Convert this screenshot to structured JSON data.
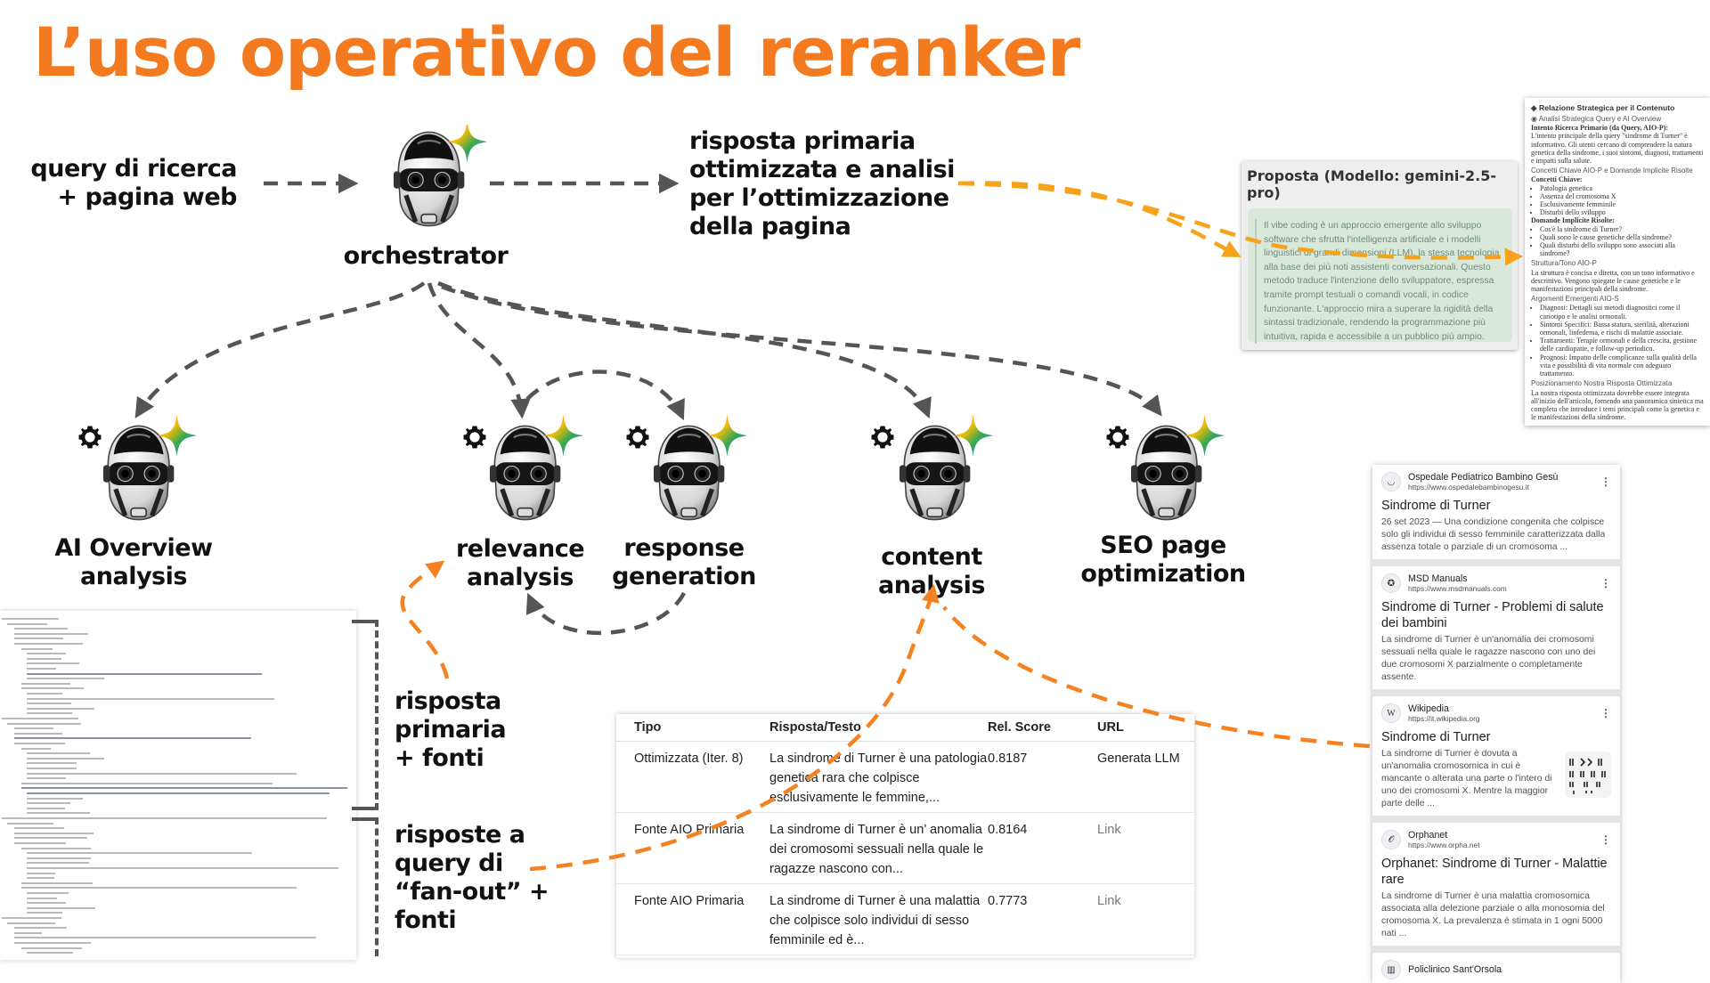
{
  "title": "L’uso operativo del reranker",
  "colors": {
    "accent": "#F47A20",
    "arrow_orange": "#F58220",
    "arrow_yellow": "#F7A21B",
    "arrow_gray": "#555555",
    "proposal_bg": "#D8E9DC"
  },
  "inputs": {
    "line1": "query di  ricerca",
    "line2": "+ pagina web"
  },
  "orchestrator": {
    "label": "orchestrator",
    "icon": "robot-head-icon",
    "badge": "gemini-sparkle-icon"
  },
  "output": {
    "lines": [
      "risposta primaria",
      "ottimizzata e analisi",
      "per l’ottimizzazione",
      "della pagina"
    ]
  },
  "agents": [
    {
      "lines": [
        "AI Overview",
        "analysis"
      ]
    },
    {
      "lines": [
        "relevance",
        "analysis"
      ]
    },
    {
      "lines": [
        "response",
        "generation"
      ]
    },
    {
      "lines": [
        "content analysis"
      ]
    },
    {
      "lines": [
        "SEO page",
        "optimization"
      ]
    }
  ],
  "flow_labels": {
    "primary": [
      "risposta",
      "primaria",
      "+ fonti"
    ],
    "fanout": [
      "risposte a",
      "query di",
      "“fan-out” +",
      "fonti"
    ]
  },
  "proposal": {
    "title": "Proposta (Modello: gemini-2.5-pro)",
    "body": "Il vibe coding è un approccio emergente allo sviluppo software che sfrutta l'intelligenza artificiale e i modelli linguistici di grandi dimensioni (LLM), la stessa tecnologia alla base dei più noti assistenti conversazionali. Questo metodo traduce l'intenzione dello sviluppatore, espressa tramite prompt testuali o comandi vocali, in codice funzionante. L'approccio mira a superare la rigidità della sintassi tradizionale, rendendo la programmazione più intuitiva, rapida e accessibile a un pubblico più ampio."
  },
  "report": {
    "title": "Relazione Strategica per il Contenuto",
    "section1": "Analisi Strategica Query e AI Overview",
    "intent_label": "Intento Ricerca Primario (da Query, AIO-P):",
    "intent_text": "L'intento principale della query \"sindrome di Turner\" è informativo. Gli utenti cercano di comprendere la natura genetica della sindrome, i suoi sintomi, diagnosi, trattamenti e impatti sulla salute.",
    "concepts_heading": "Concetti Chiave AIO-P e Domande Implicite Risolte",
    "concepts_label": "Concetti Chiave:",
    "concepts": [
      "Patologia genetica",
      "Assenza del cromosoma X",
      "Esclusivamente femminile",
      "Disturbi dello sviluppo"
    ],
    "questions_label": "Domande Implicite Risolte:",
    "questions": [
      "Cos'è la sindrome di Turner?",
      "Quali sono le cause genetiche della sindrome?",
      "Quali disturbi dello sviluppo sono associati alla sindrome?"
    ],
    "structure_heading": "Struttura/Tono AIO-P",
    "structure_text": "La struttura è concisa e diretta, con un tono informativo e descrittivo. Vengono spiegate le cause genetiche e le manifestazioni principali della sindrome.",
    "emerging_heading": "Argomenti Emergenti AIO-S",
    "emerging": [
      "Diagnosi: Dettagli sui metodi diagnostici come il cariotipo e le analisi ormonali.",
      "Sintomi Specifici: Bassa statura, sterilità, alterazioni ormonali, linfedema, e rischi di malattie associate.",
      "Trattamenti: Terapie ormonali e della crescita, gestione delle cardiopatie, e follow-up periodico.",
      "Prognosi: Impatto delle complicanze sulla qualità della vita e possibilità di vita normale con adeguato trattamento."
    ],
    "position_heading": "Posizionamento Nostra Risposta Ottimizzata",
    "position_text": "La nostra risposta ottimizzata dovrebbe essere integrata all'inizio dell'articolo, fornendo una panoramica sintetica ma completa che introduce i temi principali come la genetica e le manifestazioni della sindrome."
  },
  "table": {
    "headers": [
      "Tipo",
      "Risposta/Testo",
      "Rel. Score",
      "URL"
    ],
    "rows": [
      {
        "tipo": "Ottimizzata (Iter. 8)",
        "testo": "La sindrome di Turner è una patologia genetica rara che colpisce esclusivamente le femmine,...",
        "score": "0.8187",
        "url": "Generata LLM"
      },
      {
        "tipo": "Fonte AIO Primaria",
        "testo": "La sindrome di Turner è un’ anomalia dei cromosomi sessuali nella quale le ragazze nascono con...",
        "score": "0.8164",
        "url": "Link"
      },
      {
        "tipo": "Fonte AIO Primaria",
        "testo": "La sindrome di Turner è una malattia che colpisce solo individui di sesso femminile ed è...",
        "score": "0.7773",
        "url": "Link"
      }
    ]
  },
  "search_results": [
    {
      "site": "Ospedale Pediatrico Bambino Gesù",
      "url": "https://www.ospedalebambinogesu.it",
      "title": "Sindrome di Turner",
      "snippet": "26 set 2023 — Una condizione congenita che colpisce solo gli individui di sesso femminile caratterizzata dalla assenza totale o parziale di un cromosoma ...",
      "favicon": "hands-logo-icon"
    },
    {
      "site": "MSD Manuals",
      "url": "https://www.msdmanuals.com",
      "title": "Sindrome di Turner - Problemi di salute dei bambini",
      "snippet": "La sindrome di Turner è un'anomalia dei cromosomi sessuali nella quale le ragazze nascono con uno dei due cromosomi X parzialmente o completamente assente.",
      "favicon": "msd-logo-icon"
    },
    {
      "site": "Wikipedia",
      "url": "https://it.wikipedia.org",
      "title": "Sindrome di Turner",
      "snippet": "La sindrome di Turner è dovuta a un'anomalia cromosomica in cui è mancante o alterata una parte o l'intero di uno dei cromosomi X. Mentre la maggior parte delle ...",
      "favicon": "W",
      "thumbnail": "karyotype-image"
    },
    {
      "site": "Orphanet",
      "url": "https://www.orpha.net",
      "title": "Orphanet: Sindrome di Turner - Malattie rare",
      "snippet": "La sindrome di Turner è una malattia cromosomica associata alla delezione parziale o alla monosomia del cromosoma X. La prevalenza è stimata in 1 ogni 5000 nati ...",
      "favicon": "orphanet-logo-icon"
    },
    {
      "site": "Policlinico Sant'Orsola",
      "url": "",
      "title": "",
      "snippet": "",
      "favicon": "building-logo-icon"
    }
  ]
}
